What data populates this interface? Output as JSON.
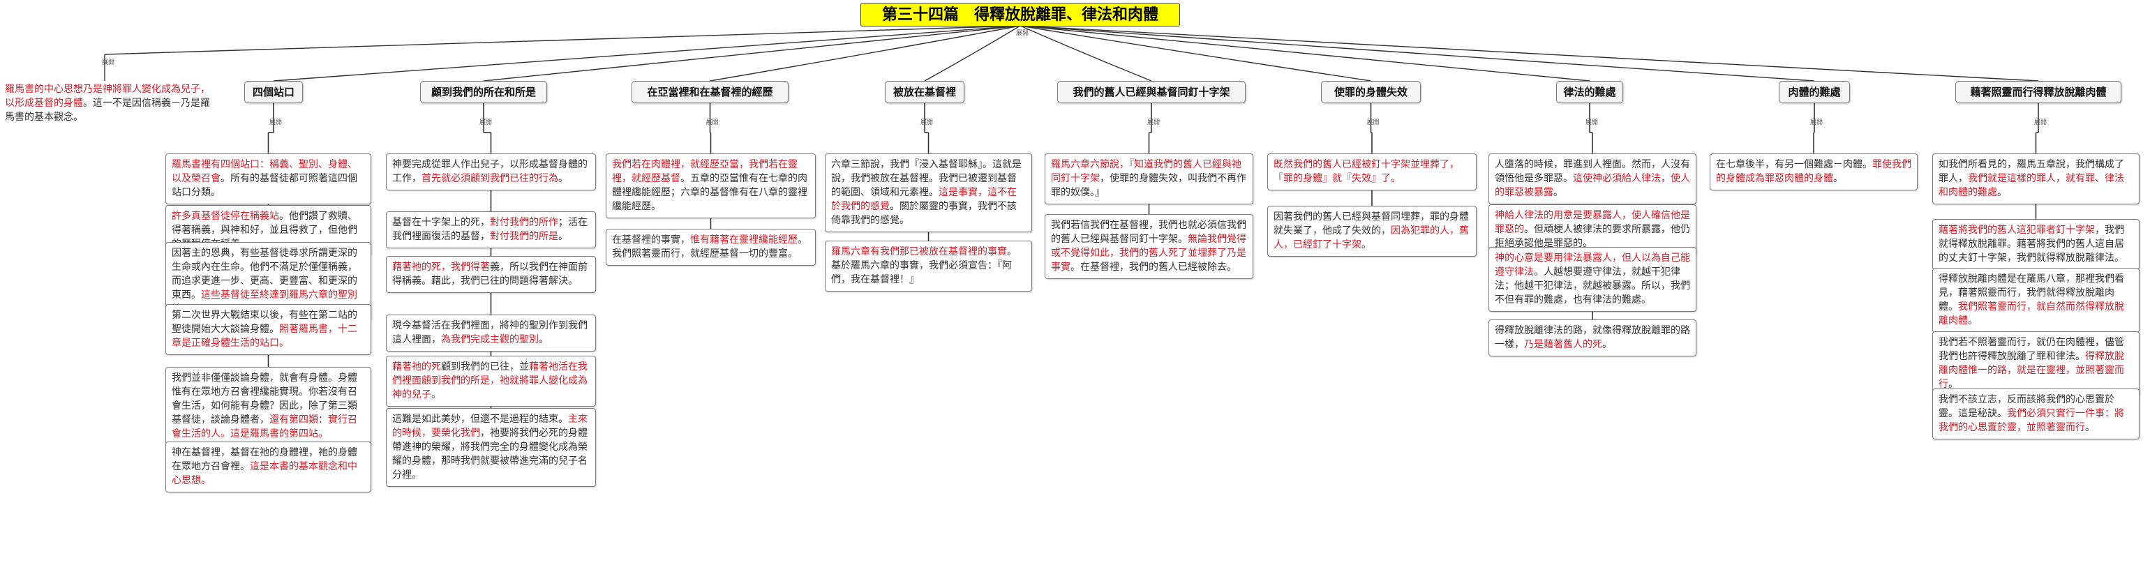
{
  "map": {
    "title": "第三十四篇　得釋放脫離罪、律法和肉體",
    "expand_label": "展開",
    "intro": [
      {
        "t": "羅馬書的中心思想乃是神將罪人變化成為兒子，以形成基督的身體",
        "h": true
      },
      {
        "t": "。這一不是因信稱義－乃是羅馬書的基本觀念。",
        "h": false
      }
    ],
    "topics": [
      {
        "label": "四個站口",
        "cards": [
          [
            {
              "t": "羅馬書裡有四個站口：稱義、聖別、身體、以及榮召會",
              "h": true
            },
            {
              "t": "。所有的基督徒都可照著這四個站口分類。",
              "h": false
            }
          ],
          [
            {
              "t": "許多真基督徒停在稱義站",
              "h": true
            },
            {
              "t": "。他們讚了救贖、得著稱義，與神和好，並且得救了，但他們的歷程停在稱義。",
              "h": false
            }
          ],
          [
            {
              "t": "因著主的恩典，有些基督徒尋求所謂更深的生命或內在生命。他們不滿足於僅僅稱義，而追求更進一步、更高、更豐富、和更深的東西。",
              "h": false
            },
            {
              "t": "這些基督徒至終達到羅馬六章的聖別站。",
              "h": true
            }
          ],
          [
            {
              "t": "第二次世界大戰結束以後，有些在第二站的聖徒開始大大談論身體。",
              "h": false
            },
            {
              "t": "照著羅馬書，十二章是正確身體生活的站口。",
              "h": true
            }
          ],
          [
            {
              "t": "我們並非僅僅談論身體，就會有身體。身體惟有在眾地方召會裡纔能實現。你若沒有召會生活，如何能有身體？因此，除了第三類基督徒，談論身體者，",
              "h": false
            },
            {
              "t": "還有第四類：實行召會生活的人。這是羅馬書的第四站。",
              "h": true
            }
          ],
          [
            {
              "t": "神在基督裡，基督在祂的身體裡，祂的身體在眾地方召會裡。",
              "h": false
            },
            {
              "t": "這是本書的基本觀念和中心思想。",
              "h": true
            }
          ]
        ]
      },
      {
        "label": "顧到我們的所在和所是",
        "cards": [
          [
            {
              "t": "神要完成從罪人作出兒子，以形成基督身體的工作，",
              "h": false
            },
            {
              "t": "首先就必須顧到我們已往的行為",
              "h": true
            },
            {
              "t": "。",
              "h": false
            }
          ],
          [
            {
              "t": "基督在十字架上的死，",
              "h": false
            },
            {
              "t": "對付我們的所作",
              "h": true
            },
            {
              "t": "；活在我們裡面復活的基督，",
              "h": false
            },
            {
              "t": "對付我們的所是",
              "h": true
            },
            {
              "t": "。",
              "h": false
            }
          ],
          [
            {
              "t": "藉著祂的死，我們得著",
              "h": true
            },
            {
              "t": "義，所以我們在神面前得稱義。藉此，我們已往的問題得著解決。",
              "h": false
            }
          ],
          [
            {
              "t": "現今基督活在我們裡面，將神的聖別作到我們這人裡面，",
              "h": false
            },
            {
              "t": "為我們完成主觀的聖別",
              "h": true
            },
            {
              "t": "。",
              "h": false
            }
          ],
          [
            {
              "t": "藉著祂的死",
              "h": true
            },
            {
              "t": "顧到我們的已往，並",
              "h": false
            },
            {
              "t": "藉著祂活在我們裡面顧到我們的所是，祂就將罪人變化成為神的兒子",
              "h": true
            },
            {
              "t": "。",
              "h": false
            }
          ],
          [
            {
              "t": "這難是如此美妙，但還不是過程的結束。",
              "h": false
            },
            {
              "t": "主來的時候，要榮化我們",
              "h": true
            },
            {
              "t": "，祂要將我們必死的身體帶進神的榮耀，將我們完全的身體變化成為榮耀的身體，那時我們就要被帶進完滿的兒子名分裡。",
              "h": false
            }
          ]
        ]
      },
      {
        "label": "在亞當裡和在基督裡的經歷",
        "cards": [
          [
            {
              "t": "我們若在肉體裡，就經歷亞當，我們若在靈裡，就經歷基督",
              "h": true
            },
            {
              "t": "。五章的亞當惟有在七章的肉體裡纔能經歷；六章的基督惟有在八章的靈裡纔能經歷。",
              "h": false
            }
          ],
          [
            {
              "t": "在基督裡的事實，",
              "h": false
            },
            {
              "t": "惟有藉著在靈裡纔能經歷",
              "h": true
            },
            {
              "t": "。我們照著靈而行，就經歷基督一切的豐富。",
              "h": false
            }
          ]
        ]
      },
      {
        "label": "被放在基督裡",
        "cards": [
          [
            {
              "t": "六章三節說，我們『浸入基督耶穌』。這就是說，我們被放在基督裡。我們已被遷到基督的範圍、領域和元素裡。",
              "h": false
            },
            {
              "t": "這是事實，這不在於我們的感覺",
              "h": true
            },
            {
              "t": "。關於屬靈的事實，我們不該倚靠我們的感覺。",
              "h": false
            }
          ],
          [
            {
              "t": "羅馬六章有我們那已被放在基督裡的事實",
              "h": true
            },
            {
              "t": "。基於羅馬六章的事實，我們必須宣告：『阿們，我在基督裡！』",
              "h": false
            }
          ]
        ]
      },
      {
        "label": "我們的舊人已經與基督同釘十字架",
        "cards": [
          [
            {
              "t": "羅馬六章六節說，『知道我們的舊人已經與祂同釘十字架",
              "h": true
            },
            {
              "t": "，使罪的身體失效，叫我們不再作罪的奴僕。』",
              "h": false
            }
          ],
          [
            {
              "t": "我們若信我們在基督裡，我們也就必須信我們的舊人已經與基督同釘十字架。",
              "h": false
            },
            {
              "t": "無論我們覺得或不覺得如此，我們的舊人死了並埋葬了乃是事實",
              "h": true
            },
            {
              "t": "。在基督裡，我們的舊人已經被除去。",
              "h": false
            }
          ]
        ]
      },
      {
        "label": "使罪的身體失效",
        "cards": [
          [
            {
              "t": "既然我們的舊人已經被釘十字架並埋葬了，『罪的身體』就『失效』了。",
              "h": true
            }
          ],
          [
            {
              "t": "因著我們的舊人已經與基督同埋葬，罪的身體就失業了，他成了失效的，",
              "h": false
            },
            {
              "t": "因為犯罪的人，舊人，已經釘了十字架",
              "h": true
            },
            {
              "t": "。",
              "h": false
            }
          ]
        ]
      },
      {
        "label": "律法的難處",
        "cards": [
          [
            {
              "t": "人墮落的時候，罪進到人裡面。然而，人沒有領悟他是多罪惡。",
              "h": false
            },
            {
              "t": "這使神必須給人律法，使人的罪惡被暴露",
              "h": true
            },
            {
              "t": "。",
              "h": false
            }
          ],
          [
            {
              "t": "神給人律法的用意是要暴露人，使人確信他是罪惡的",
              "h": true
            },
            {
              "t": "。但頑梗人被律法的要求所暴露，他仍拒絕承認他是罪惡的。",
              "h": false
            }
          ],
          [
            {
              "t": "神的心意是要用律法暴露人，但人以為自己能遵守律法",
              "h": true
            },
            {
              "t": "。人越想要遵守律法，就越干犯律法；他越干犯律法，就越被暴露。所以，我們不但有罪的難處，也有律法的難處。",
              "h": false
            }
          ],
          [
            {
              "t": "得釋放脫離律法的路，就像得釋放脫離罪的路一樣，",
              "h": false
            },
            {
              "t": "乃是藉著舊人的死",
              "h": true
            },
            {
              "t": "。",
              "h": false
            }
          ]
        ]
      },
      {
        "label": "肉體的難處",
        "cards": [
          [
            {
              "t": "在七章後半，有另一個難處－肉體。",
              "h": false
            },
            {
              "t": "罪使我們的身體成為罪惡肉體的身體",
              "h": true
            },
            {
              "t": "。",
              "h": false
            }
          ]
        ]
      },
      {
        "label": "藉著照靈而行得釋放脫離肉體",
        "cards": [
          [
            {
              "t": "如我們所看見的，羅馬五章說，我們構成了罪人，",
              "h": false
            },
            {
              "t": "我們就是這樣的罪人，就有罪、律法和肉體的難處",
              "h": true
            },
            {
              "t": "。",
              "h": false
            }
          ],
          [
            {
              "t": "藉著將我們的舊人這犯罪者釘十字架",
              "h": true
            },
            {
              "t": "，我們就得釋放脫離罪。藉著將我們的舊人這自居的丈夫釘十字架，我們就得釋放脫離律法。",
              "h": false
            }
          ],
          [
            {
              "t": "得釋放脫離肉體是在羅馬八章，那裡我們看見，藉著照靈而行，我們就得釋放脫離肉體。",
              "h": false
            },
            {
              "t": "我們照著靈而行，就自然而然得釋放脫離肉體",
              "h": true
            },
            {
              "t": "。",
              "h": false
            }
          ],
          [
            {
              "t": "我們若不照著靈而行，就仍在肉體裡，儘管我們也許得釋放脫離了罪和律法。",
              "h": false
            },
            {
              "t": "得釋放脫離肉體惟一的路，就是在靈裡，並照著靈而行",
              "h": true
            },
            {
              "t": "。",
              "h": false
            }
          ],
          [
            {
              "t": "我們不該立志，反而該將我們的心思置於靈。這是秘訣。",
              "h": false
            },
            {
              "t": "我們必須只實行一件事：將我們的心思置於靈，並照著靈而行",
              "h": true
            },
            {
              "t": "。",
              "h": false
            }
          ]
        ]
      }
    ]
  },
  "colors": {
    "accent_red": "#d0202a",
    "root_fill": "#ffff00",
    "text": "#333333",
    "line": "#333333"
  }
}
